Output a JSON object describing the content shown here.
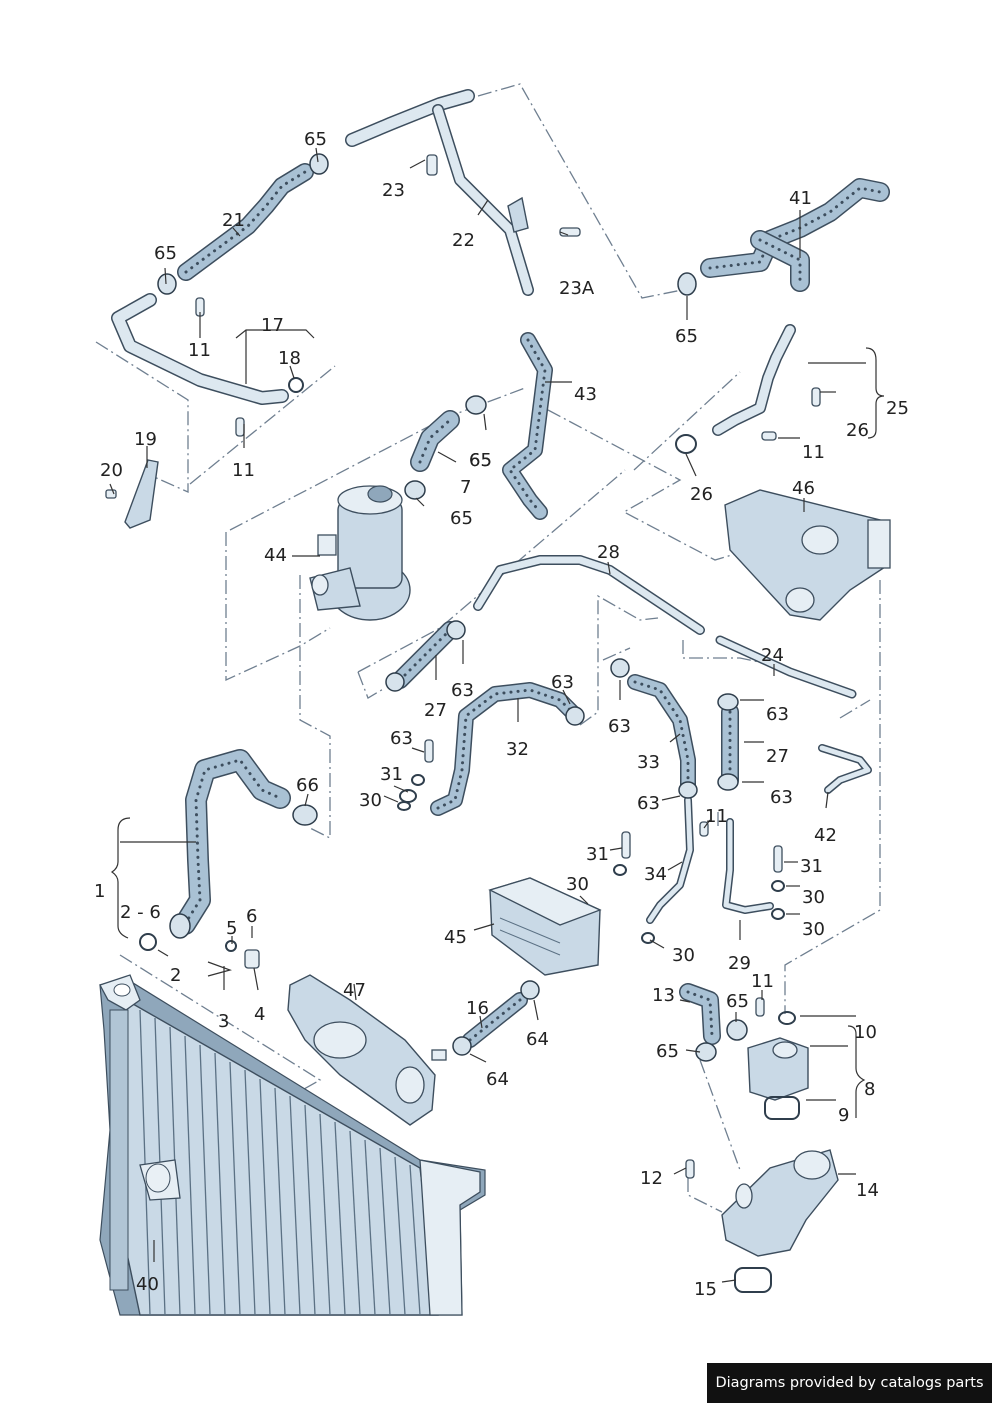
{
  "labels": [
    {
      "id": "l65a",
      "text": "65"
    },
    {
      "id": "l23",
      "text": "23"
    },
    {
      "id": "l21",
      "text": "21"
    },
    {
      "id": "l22",
      "text": "22"
    },
    {
      "id": "l23A",
      "text": "23A"
    },
    {
      "id": "l41",
      "text": "41"
    },
    {
      "id": "l65b",
      "text": "65"
    },
    {
      "id": "l11a",
      "text": "11"
    },
    {
      "id": "l17",
      "text": "17"
    },
    {
      "id": "l18",
      "text": "18"
    },
    {
      "id": "l65c",
      "text": "65"
    },
    {
      "id": "l43",
      "text": "43"
    },
    {
      "id": "l65d",
      "text": "65"
    },
    {
      "id": "l25",
      "text": "25"
    },
    {
      "id": "l26a",
      "text": "26"
    },
    {
      "id": "l11b",
      "text": "11"
    },
    {
      "id": "l19",
      "text": "19"
    },
    {
      "id": "l20",
      "text": "20"
    },
    {
      "id": "l11c",
      "text": "11"
    },
    {
      "id": "l65e",
      "text": "65"
    },
    {
      "id": "l7",
      "text": "7"
    },
    {
      "id": "l65f",
      "text": "65"
    },
    {
      "id": "l26b",
      "text": "26"
    },
    {
      "id": "l46",
      "text": "46"
    },
    {
      "id": "l44",
      "text": "44"
    },
    {
      "id": "l28",
      "text": "28"
    },
    {
      "id": "l24",
      "text": "24"
    },
    {
      "id": "l63a",
      "text": "63"
    },
    {
      "id": "l27a",
      "text": "27"
    },
    {
      "id": "l63b",
      "text": "63"
    },
    {
      "id": "l63c",
      "text": "63"
    },
    {
      "id": "l63d",
      "text": "63"
    },
    {
      "id": "l32",
      "text": "32"
    },
    {
      "id": "l63e",
      "text": "63"
    },
    {
      "id": "l27b",
      "text": "27"
    },
    {
      "id": "l33",
      "text": "33"
    },
    {
      "id": "l31a",
      "text": "31"
    },
    {
      "id": "l30a",
      "text": "30"
    },
    {
      "id": "l66",
      "text": "66"
    },
    {
      "id": "l63f",
      "text": "63"
    },
    {
      "id": "l63g",
      "text": "63"
    },
    {
      "id": "l11d",
      "text": "11"
    },
    {
      "id": "l42",
      "text": "42"
    },
    {
      "id": "l1",
      "text": "1"
    },
    {
      "id": "l31b",
      "text": "31"
    },
    {
      "id": "l34",
      "text": "34"
    },
    {
      "id": "l31c",
      "text": "31"
    },
    {
      "id": "l30b",
      "text": "30"
    },
    {
      "id": "l30c",
      "text": "30"
    },
    {
      "id": "l2-6",
      "text": "2 - 6"
    },
    {
      "id": "l5",
      "text": "5"
    },
    {
      "id": "l6",
      "text": "6"
    },
    {
      "id": "l45",
      "text": "45"
    },
    {
      "id": "l30d",
      "text": "30"
    },
    {
      "id": "l30e",
      "text": "30"
    },
    {
      "id": "l29",
      "text": "29"
    },
    {
      "id": "l2",
      "text": "2"
    },
    {
      "id": "l47",
      "text": "47"
    },
    {
      "id": "l11e",
      "text": "11"
    },
    {
      "id": "l13",
      "text": "13"
    },
    {
      "id": "l65g",
      "text": "65"
    },
    {
      "id": "l10",
      "text": "10"
    },
    {
      "id": "l3",
      "text": "3"
    },
    {
      "id": "l4",
      "text": "4"
    },
    {
      "id": "l16",
      "text": "16"
    },
    {
      "id": "l64a",
      "text": "64"
    },
    {
      "id": "l65h",
      "text": "65"
    },
    {
      "id": "l8",
      "text": "8"
    },
    {
      "id": "l64b",
      "text": "64"
    },
    {
      "id": "l9",
      "text": "9"
    },
    {
      "id": "l12",
      "text": "12"
    },
    {
      "id": "l14",
      "text": "14"
    },
    {
      "id": "l40",
      "text": "40"
    },
    {
      "id": "l15",
      "text": "15"
    }
  ],
  "footer": {
    "text": "Diagrams provided by catalogs parts"
  },
  "colors": {
    "part_fill": "#c9d9e6",
    "outline": "#3d4e5e",
    "leader_dash": "#6f7f90",
    "footer_bg": "#111111"
  }
}
